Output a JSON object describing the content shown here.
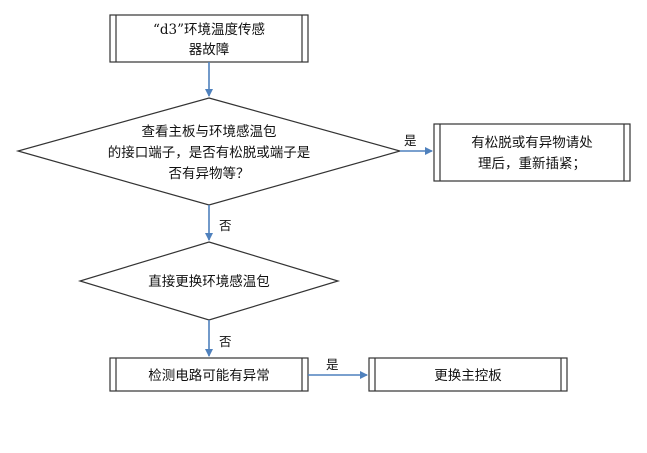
{
  "nodes": {
    "start": {
      "line1": "“d3”环境温度传感",
      "line2": "器故障"
    },
    "decision_connector": {
      "line1": "查看主板与环境感温包",
      "line2": "的接口端子，是否有松脱或端子是",
      "line3": "否有异物等？"
    },
    "fix_connector": {
      "line1": "有松脱或有异物请处",
      "line2": "理后，重新插紧；"
    },
    "decision_sensor": {
      "line1": "直接更换环境感温包"
    },
    "check_circuit": {
      "line1": "检测电路可能有异常"
    },
    "replace_board": {
      "line1": "更换主控板"
    }
  },
  "edges": {
    "yes1": "是",
    "no1": "否",
    "no2": "否",
    "yes2": "是"
  },
  "colors": {
    "arrow": "#4f81bd",
    "outline": "#333333"
  }
}
